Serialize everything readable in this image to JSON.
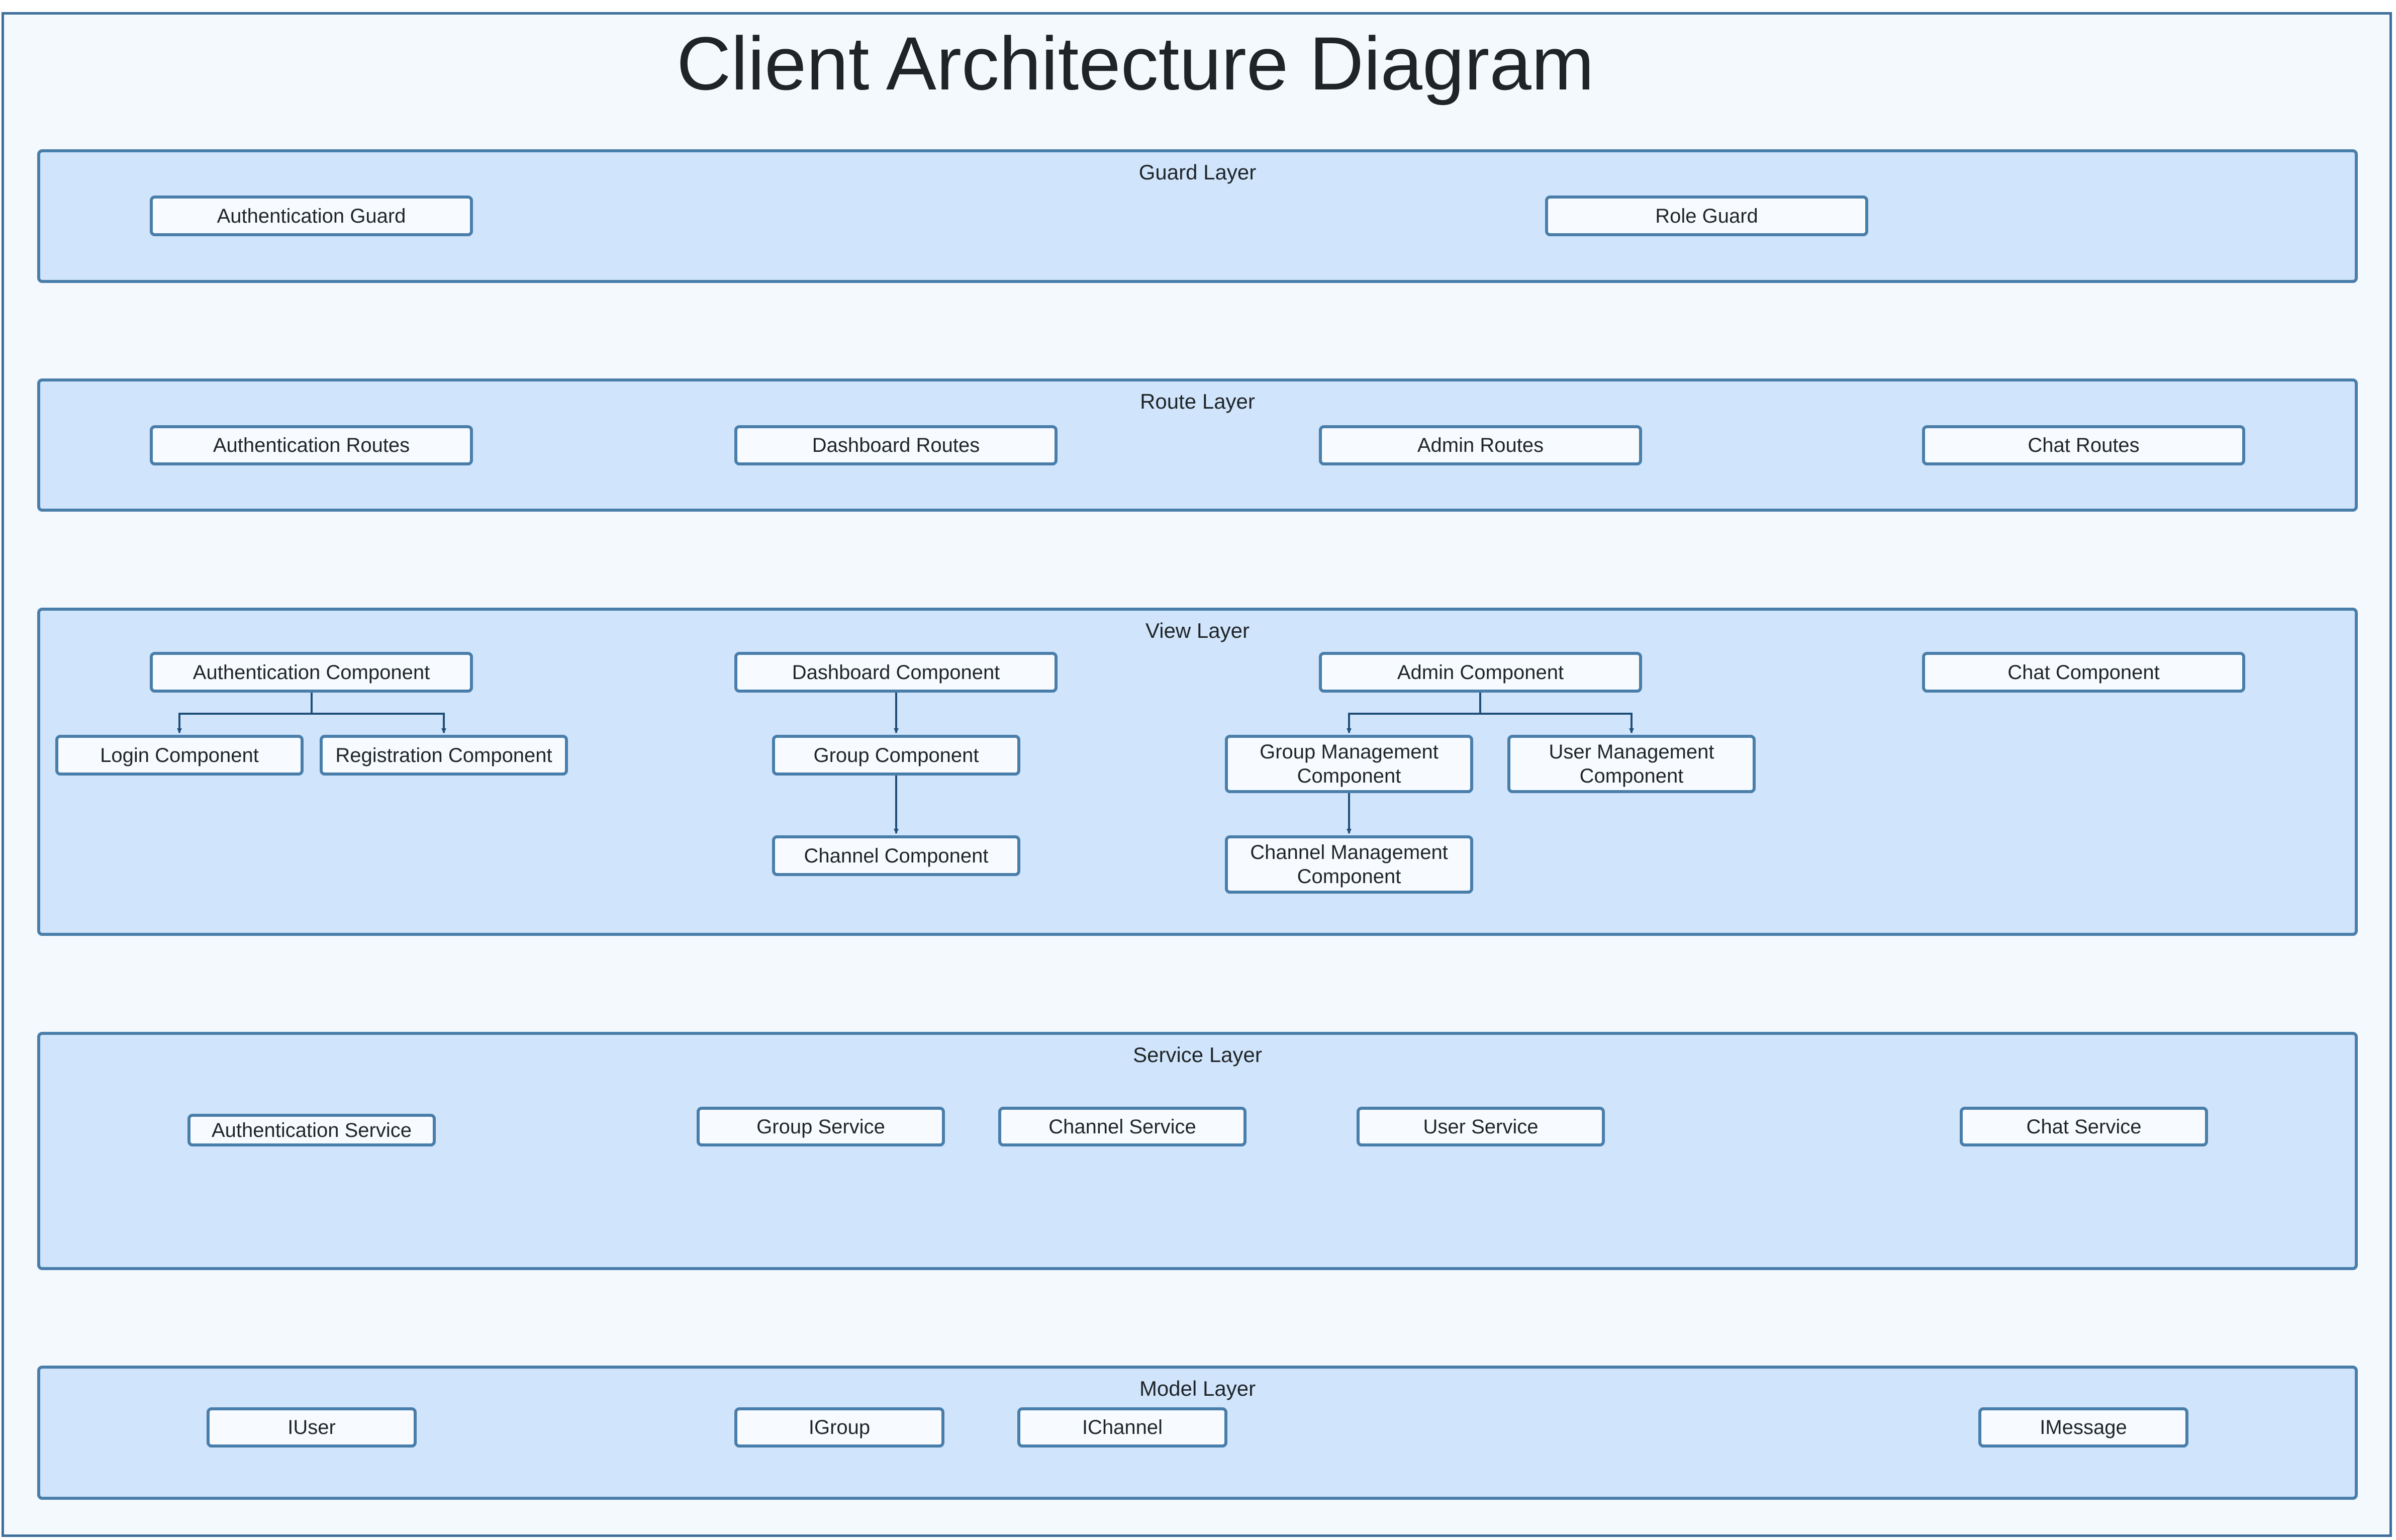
{
  "title": "Client Architecture Diagram",
  "layers": {
    "guard": {
      "label": "Guard Layer",
      "nodes": {
        "authentication_guard": "Authentication Guard",
        "role_guard": "Role Guard"
      }
    },
    "route": {
      "label": "Route Layer",
      "nodes": {
        "authentication_routes": "Authentication Routes",
        "dashboard_routes": "Dashboard Routes",
        "admin_routes": "Admin Routes",
        "chat_routes": "Chat Routes"
      }
    },
    "view": {
      "label": "View Layer",
      "nodes": {
        "authentication_component": "Authentication Component",
        "login_component": "Login Component",
        "registration_component": "Registration Component",
        "dashboard_component": "Dashboard Component",
        "group_component": "Group Component",
        "channel_component": "Channel Component",
        "admin_component": "Admin Component",
        "group_management_component": "Group Management Component",
        "user_management_component": "User Management Component",
        "channel_management_component": "Channel Management Component",
        "chat_component": "Chat Component"
      }
    },
    "service": {
      "label": "Service Layer",
      "nodes": {
        "authentication_service": "Authentication Service",
        "group_service": "Group Service",
        "channel_service": "Channel Service",
        "user_service": "User Service",
        "chat_service": "Chat Service"
      }
    },
    "model": {
      "label": "Model Layer",
      "nodes": {
        "iuser": "IUser",
        "igroup": "IGroup",
        "ichannel": "IChannel",
        "imessage": "IMessage"
      }
    }
  },
  "edges": [
    {
      "from": "Authentication Component",
      "to": "Login Component"
    },
    {
      "from": "Authentication Component",
      "to": "Registration Component"
    },
    {
      "from": "Dashboard Component",
      "to": "Group Component"
    },
    {
      "from": "Group Component",
      "to": "Channel Component"
    },
    {
      "from": "Admin Component",
      "to": "Group Management Component"
    },
    {
      "from": "Admin Component",
      "to": "User Management Component"
    },
    {
      "from": "Group Management Component",
      "to": "Channel Management Component"
    }
  ],
  "colors": {
    "frame_border": "#3f6f9b",
    "frame_fill": "#f4f9fd",
    "layer_fill": "#d0e4fb",
    "layer_border": "#4a7eaa",
    "node_fill": "#f7fbff",
    "edge": "#1f4e79",
    "text": "#1f2428"
  }
}
